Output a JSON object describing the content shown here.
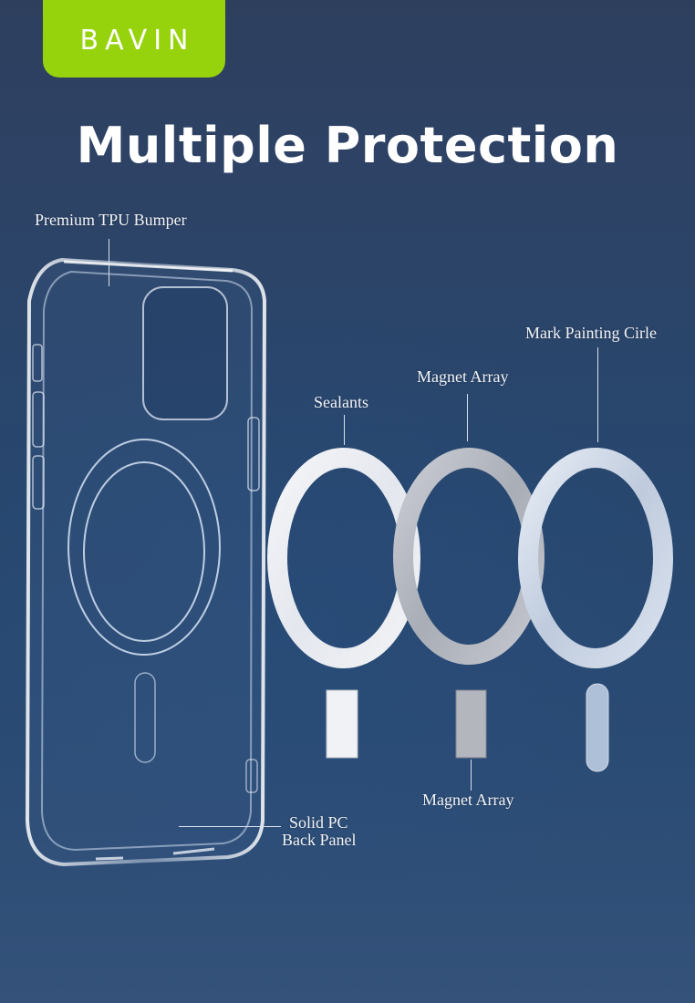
{
  "brand": {
    "name": "BAVIN",
    "badge_color": "#96d30c"
  },
  "headline": "Multiple Protection",
  "colors": {
    "background_top": "#2e3f5e",
    "background_mid": "#27476f",
    "background_bottom": "#34527a",
    "text": "#ffffff"
  },
  "callouts": {
    "bumper": "Premium TPU Bumper",
    "sealants": "Sealants",
    "magnet_array_top": "Magnet Array",
    "mark_painting": "Mark Painting Cirle",
    "magnet_array_bottom": "Magnet Array",
    "back_panel_line1": "Solid PC",
    "back_panel_line2": "Back Panel"
  },
  "illustration": {
    "product": "clear-magnetic-phone-case",
    "rings": [
      "sealant-ring",
      "magnet-array-ring",
      "mark-painting-ring"
    ],
    "alignment_pieces": [
      "sealant-strip",
      "magnet-strip",
      "mark-painting-pill"
    ]
  }
}
